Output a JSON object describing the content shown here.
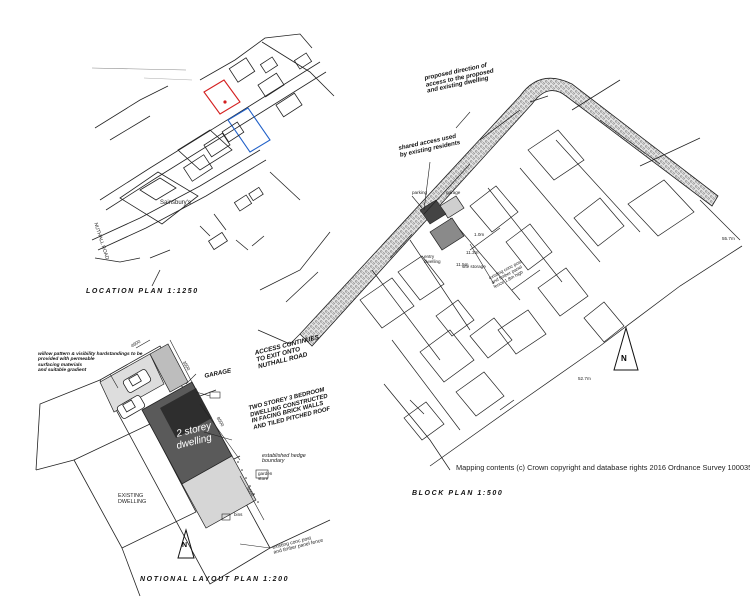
{
  "location_plan": {
    "caption": "LOCATION PLAN 1:1250",
    "road_label": "NUTHALL ROAD",
    "store_label": "Sainsbury's"
  },
  "block_plan": {
    "caption": "BLOCK PLAN 1:500",
    "copyright": "Mapping contents (c) Crown copyright and database rights 2016 Ordnance Survey 100035207",
    "north": "N",
    "note_access_direction": "proposed direction of\naccess to the proposed\nand existing dwelling",
    "note_shared_access": "shared access used\nby existing residents",
    "label_parking": "parking",
    "label_garage": "garage",
    "label_site_storage": "site storage",
    "label_fence": "existing conc post\nand timber panel\nfence 1.8m high",
    "label_entry": "entry\ndwelling",
    "dim_1": "1.0m",
    "dim_2": "11.3m",
    "dim_3": "11.5m",
    "spot_level_1": "55.7m",
    "spot_level_2": "52.7m"
  },
  "notional_plan": {
    "caption": "NOTIONAL LAYOUT PLAN 1:200",
    "north": "N",
    "note_parking": "willow pattern & visibility hardstandings to be\nprovided with permeable\nsurfacing materials\nand suitable gradient",
    "note_access": "ACCESS CONTINUES\nTO EXIT ONTO\nNUTHALL ROAD",
    "label_garage": "GARAGE",
    "note_dwelling": "TWO STOREY 3 BEDROOM\nDWELLING CONSTRUCTED\nIN FACING BRICK WALLS\nAND TILED PITCHED ROOF",
    "dwelling_line1": "2 storey",
    "dwelling_line2": "dwelling",
    "label_hedge": "established hedge\nboundary",
    "label_existing": "EXISTING\nDWELLING",
    "label_bins": "bins",
    "label_fence": "existing conc post\nand timber panel fence",
    "label_store": "garden\nstore",
    "dim_1": "4600",
    "dim_2": "3500",
    "dim_3": "8500",
    "dim_4": "6000"
  }
}
